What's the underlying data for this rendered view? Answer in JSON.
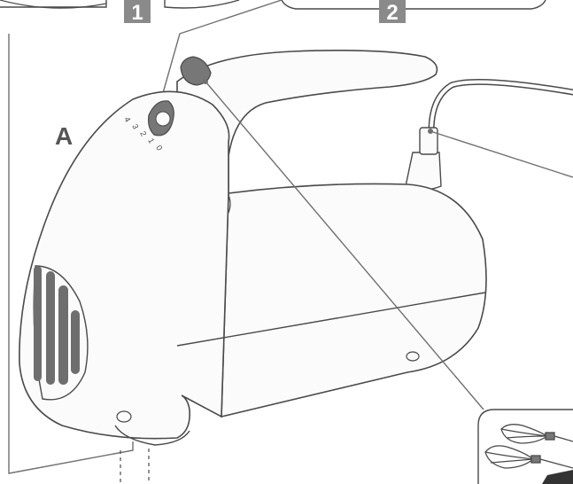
{
  "callouts": {
    "badge_1": "1",
    "badge_2": "2",
    "section_letter": "A"
  },
  "speed_dial": {
    "marks": [
      "0",
      "1",
      "2",
      "3",
      "4"
    ]
  },
  "colors": {
    "outline": "#4a4a4a",
    "leader": "#6f6f6f",
    "badge_fill": "#8a8a8a",
    "badge_text": "#ffffff",
    "label_text": "#555555",
    "body_fill": "#fbfbfb",
    "dark_part": "#777777",
    "vent_fill": "#6e6e6e"
  }
}
